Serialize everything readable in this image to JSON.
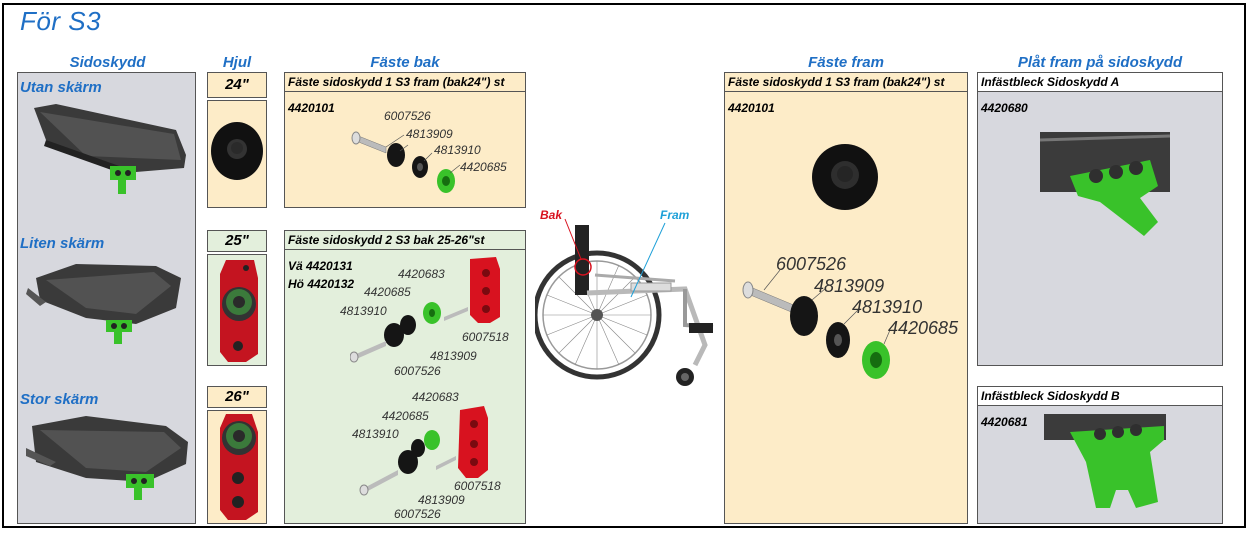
{
  "title": "För S3",
  "columns": {
    "sidoskydd": "Sidoskydd",
    "hjul": "Hjul",
    "faste_bak": "Fäste bak",
    "faste_fram": "Fäste fram",
    "plat": "Plåt fram på sidoskydd"
  },
  "sidoskydd": {
    "utan": "Utan skärm",
    "liten": "Liten skärm",
    "stor": "Stor skärm"
  },
  "hjul": {
    "w24": "24\"",
    "w25": "25\"",
    "w26": "26\""
  },
  "bak1": {
    "header": "Fäste sidoskydd 1 S3 fram (bak24\") st",
    "code": "4420101",
    "parts": [
      "6007526",
      "4813909",
      "4813910",
      "4420685"
    ]
  },
  "bak2": {
    "header": "Fäste sidoskydd 2 S3 bak 25-26\"st",
    "code_left": "Vä 4420131",
    "code_right": "Hö 4420132",
    "partsA": [
      "4420683",
      "4420685",
      "4813910",
      "6007518",
      "4813909",
      "6007526"
    ],
    "partsB": [
      "4420683",
      "4420685",
      "4813910",
      "6007518",
      "4813909",
      "6007526"
    ]
  },
  "chair": {
    "bak": "Bak",
    "fram": "Fram"
  },
  "fram": {
    "header": "Fäste sidoskydd 1 S3 fram (bak24\") st",
    "code": "4420101",
    "parts": [
      "6007526",
      "4813909",
      "4813910",
      "4420685"
    ]
  },
  "plat": {
    "a_header": "Infästbleck Sidoskydd A",
    "a_code": "4420680",
    "b_header": "Infästbleck Sidoskydd B",
    "b_code": "4420681"
  },
  "colors": {
    "accent_blue": "#1f6fc5",
    "green_part": "#39c22a",
    "red_part": "#d8121f"
  }
}
